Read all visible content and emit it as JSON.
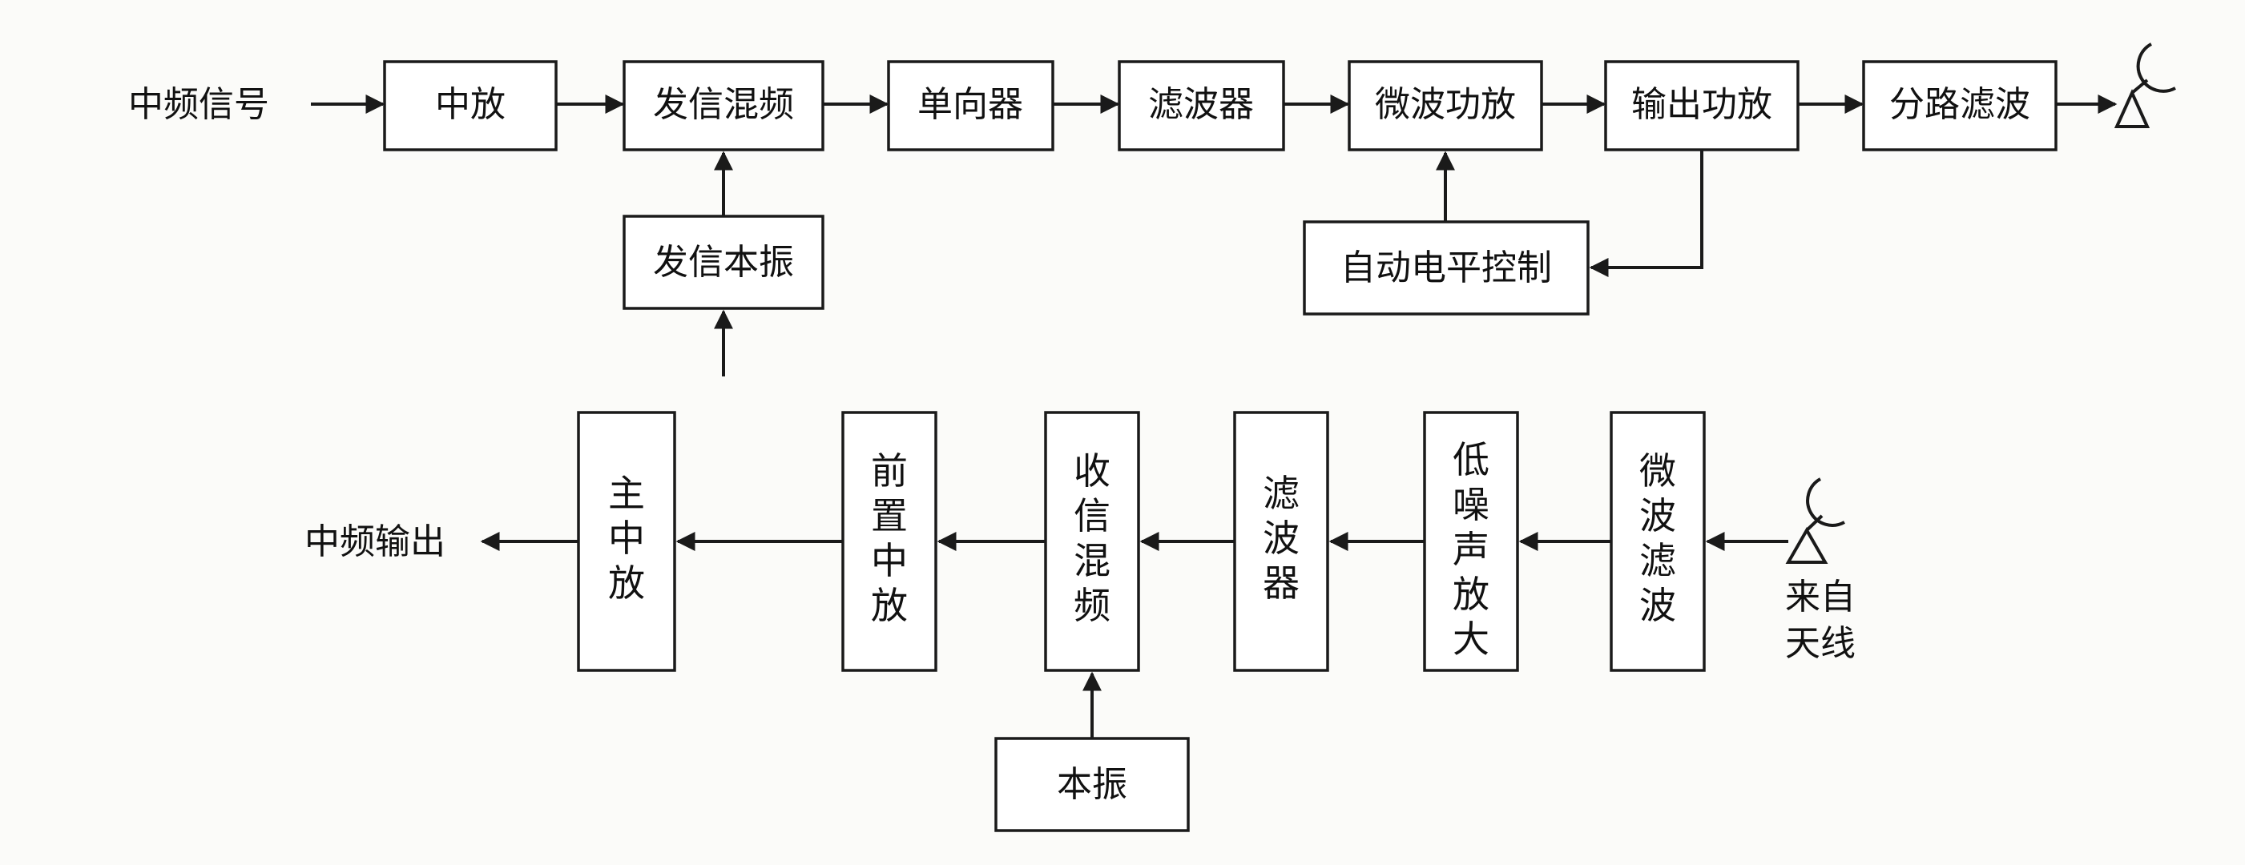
{
  "transmit_chain": {
    "input_label": "中频信号",
    "if_amp": "中放",
    "tx_mixer": "发信混频",
    "tx_local_osc": "发信本振",
    "isolator": "单向器",
    "filter": "滤波器",
    "mw_power_amp": "微波功放",
    "output_power_amp": "输出功放",
    "branch_filter": "分路滤波",
    "alc": "自动电平控制"
  },
  "receive_chain": {
    "main_if_amp": "主中放",
    "pre_if_amp": "前置中放",
    "rx_mixer": "收信混频",
    "filter": "滤波器",
    "lna": "低噪声放大",
    "mw_filter": "微波滤波",
    "local_osc": "本振",
    "output_label": "中频输出",
    "antenna_label_line1": "来自",
    "antenna_label_line2": "天线"
  },
  "icons": [
    "tx-antenna-icon",
    "rx-antenna-icon"
  ]
}
